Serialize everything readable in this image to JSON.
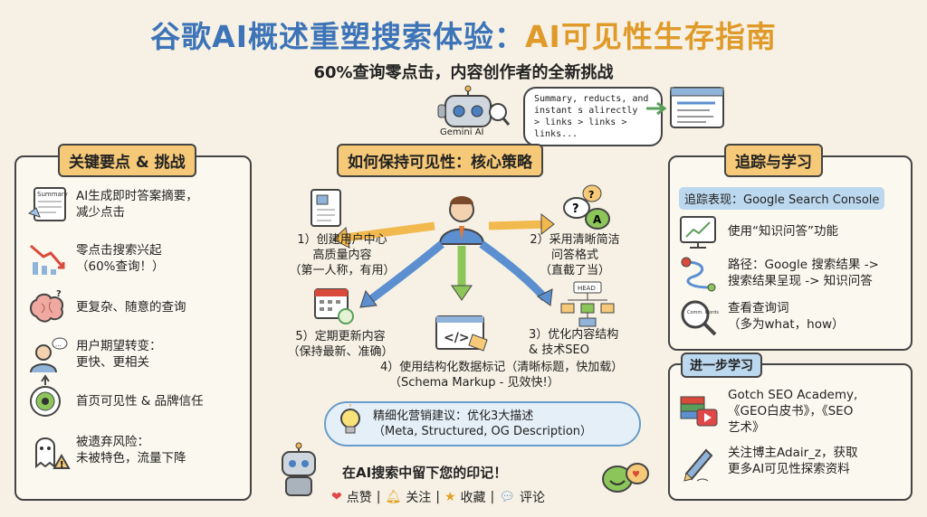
{
  "header": {
    "title_main": "谷歌AI概述重塑搜索体验：",
    "title_accent": "AI可见性生存指南",
    "subtitle": "60%查询零点击，内容创作者的全新挑战"
  },
  "hero": {
    "robot_label": "Gemini AI",
    "bubble_lines": [
      "Summary, reducts, and",
      "instant s alirectly",
      "> links > links > links..."
    ]
  },
  "left_panel": {
    "title": "关键要点 & 挑战",
    "items": [
      {
        "icon": "summary-card-icon",
        "icon_label": "Summary",
        "lines": [
          "AI生成即时答案摘要，",
          "减少点击"
        ]
      },
      {
        "icon": "downtrend-chart-icon",
        "lines": [
          "零点击搜索兴起",
          "（60%查询！）"
        ]
      },
      {
        "icon": "brain-icon",
        "lines": [
          "更复杂、随意的查询"
        ]
      },
      {
        "icon": "user-speech-icon",
        "lines": [
          "用户期望转变：",
          "更快、更相关"
        ]
      },
      {
        "icon": "eye-target-icon",
        "lines": [
          "首页可见性 & 品牌信任"
        ]
      },
      {
        "icon": "warning-ghost-icon",
        "lines": [
          "被遗弃风险：",
          "未被特色，流量下降"
        ]
      }
    ]
  },
  "center_panel": {
    "title": "如何保持可见性：核心策略",
    "strategies": [
      {
        "lines": [
          "1）创建用户中心",
          "高质量内容",
          "（第一人称，有用）"
        ]
      },
      {
        "lines": [
          "2）采用清晰简洁",
          "问答格式",
          "（直截了当）"
        ]
      },
      {
        "lines": [
          "3）优化内容结构",
          "& 技术SEO"
        ]
      },
      {
        "lines": [
          "4）使用结构化数据标记（清晰标题，快加载）",
          "（Schema Markup - 见效快!）"
        ]
      },
      {
        "lines": [
          "5）定期更新内容",
          "（保持最新、准确）"
        ]
      }
    ],
    "head_tag": "HEAD",
    "tip_lines": [
      "精细化营销建议：优化3大描述",
      "（Meta, Structured, OG Description）"
    ]
  },
  "right_panel": {
    "title": "追踪与学习",
    "gsc_label": "追踪表现：Google Search Console",
    "items": [
      {
        "icon": "analytics-chart-icon",
        "lines": [
          "使用“知识问答”功能"
        ]
      },
      {
        "icon": "route-path-icon",
        "lines": [
          "路径：Google 搜索结果 ->",
          "搜索结果呈现 -> 知识问答"
        ]
      },
      {
        "icon": "magnifier-icon",
        "icon_label": "Comm. Words",
        "lines": [
          "查看查询词",
          "（多为what，how）"
        ]
      }
    ]
  },
  "learn_panel": {
    "title": "进一步学习",
    "items": [
      {
        "icon": "books-video-icon",
        "lines": [
          "Gotch SEO Academy,",
          "《GEO白皮书》，《SEO",
          "艺术》"
        ]
      },
      {
        "icon": "pen-writing-icon",
        "lines": [
          "关注博主Adair_z，获取",
          "更多AI可见性探索资料"
        ]
      }
    ]
  },
  "footer": {
    "cta": "在AI搜索中留下您的印记！",
    "actions": [
      {
        "icon": "heart-icon",
        "label": "点赞"
      },
      {
        "icon": "bell-icon",
        "label": "关注"
      },
      {
        "icon": "star-icon",
        "label": "收藏"
      },
      {
        "icon": "comment-icon",
        "label": "评论"
      }
    ],
    "separator": "|"
  },
  "colors": {
    "title_blue": "#3d74b8",
    "title_orange": "#e09a2a",
    "header_orange": "#f5c978",
    "header_blue": "#bcd8ef",
    "arrow_orange": "#f2b94e",
    "arrow_blue": "#5b8fd0",
    "arrow_green": "#8cc65a",
    "background": "#f6f1e4"
  }
}
